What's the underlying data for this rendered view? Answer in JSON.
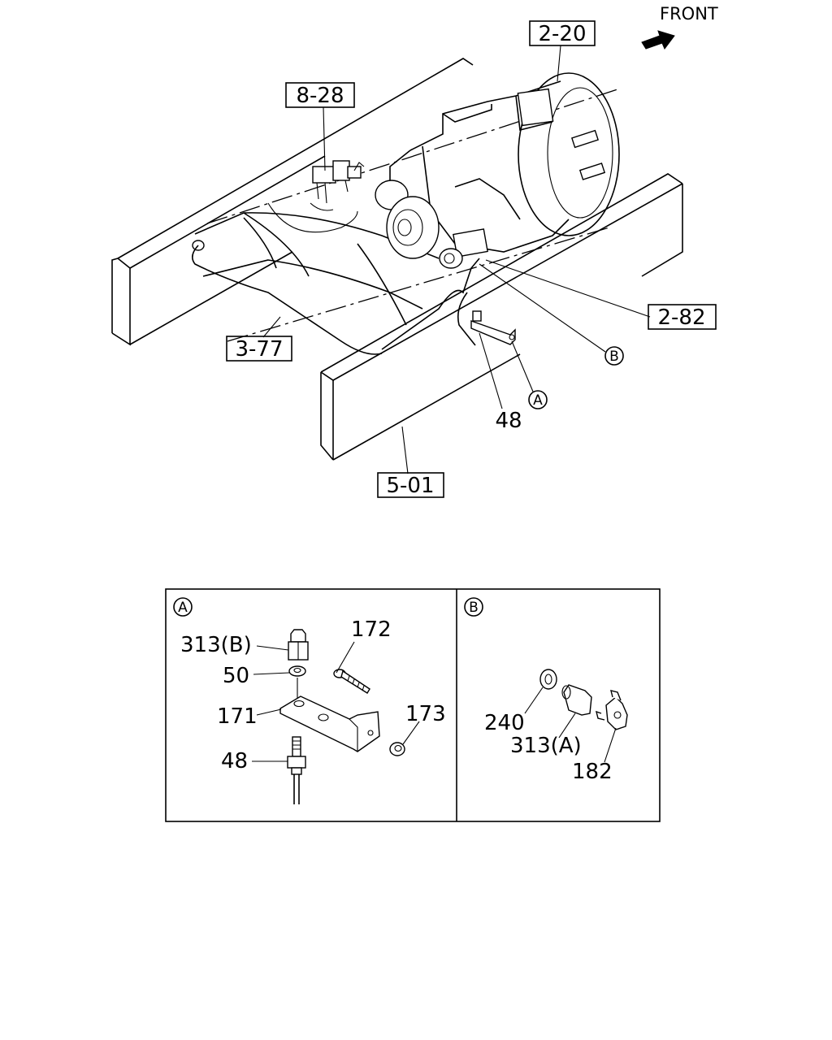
{
  "header": {
    "front_label": "FRONT"
  },
  "main": {
    "ref_boxes": [
      {
        "id": "ref-2-20",
        "text": "2-20"
      },
      {
        "id": "ref-8-28",
        "text": "8-28"
      },
      {
        "id": "ref-2-82",
        "text": "2-82"
      },
      {
        "id": "ref-3-77",
        "text": "3-77"
      },
      {
        "id": "ref-5-01",
        "text": "5-01"
      }
    ],
    "callouts": {
      "A": "A",
      "B": "B"
    },
    "part_48": "48"
  },
  "detail_a": {
    "title": "A",
    "parts": {
      "p313b": "313(B)",
      "p50": "50",
      "p171": "171",
      "p48": "48",
      "p172": "172",
      "p173": "173"
    }
  },
  "detail_b": {
    "title": "B",
    "parts": {
      "p240": "240",
      "p313a": "313(A)",
      "p182": "182"
    }
  }
}
